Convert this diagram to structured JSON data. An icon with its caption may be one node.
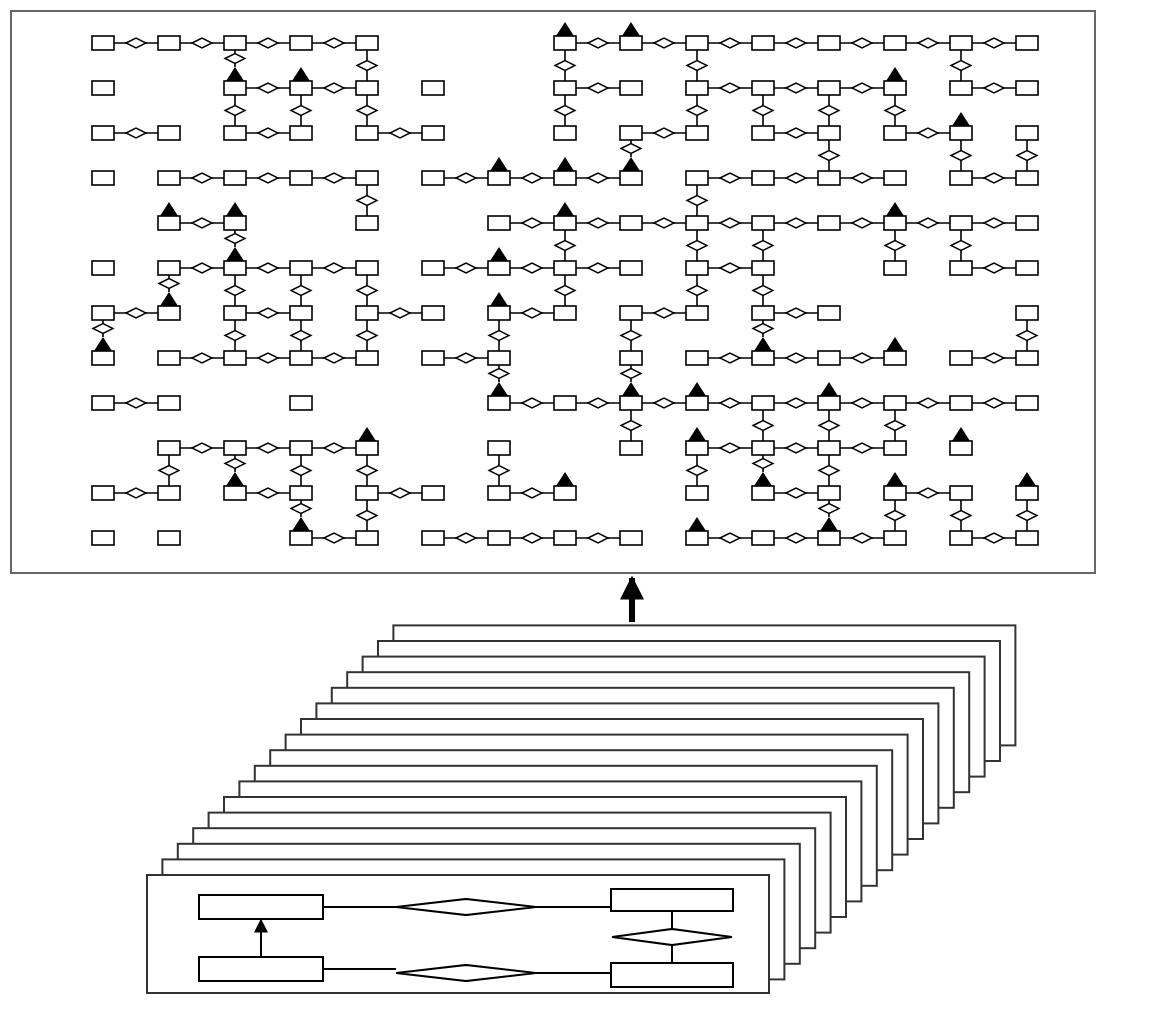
{
  "diagram": {
    "nodes": [
      {
        "text": [],
        "shape": "box"
      },
      {
        "text": [],
        "shape": "box"
      },
      {
        "text": [],
        "shape": "box",
        "in": 1
      },
      {
        "text": [],
        "shape": "box",
        "in": 1
      },
      {
        "text": [],
        "shape": "diamond",
        "in": 1
      },
      {
        "text": [],
        "shape": "diamond",
        "in": 1
      },
      {
        "text": [],
        "shape": "box",
        "in": 1
      },
      {
        "text": [],
        "shape": "diamond",
        "in": 1
      },
      {
        "text": [],
        "shape": "box",
        "in": 1
      }
    ],
    "edges": [
      {
        "from": 1,
        "to": 0,
        "arrow": "to",
        "style": "thick"
      },
      {
        "from": 3,
        "to": 2,
        "arrow": "to"
      },
      {
        "from": 2,
        "to": 4,
        "arrow": "none"
      },
      {
        "from": 4,
        "to": 6,
        "arrow": "none"
      },
      {
        "from": 3,
        "to": 5,
        "arrow": "none"
      },
      {
        "from": 5,
        "to": 8,
        "arrow": "none"
      },
      {
        "from": 6,
        "to": 7,
        "arrow": "none"
      },
      {
        "from": 7,
        "to": 8,
        "arrow": "none"
      }
    ]
  }
}
